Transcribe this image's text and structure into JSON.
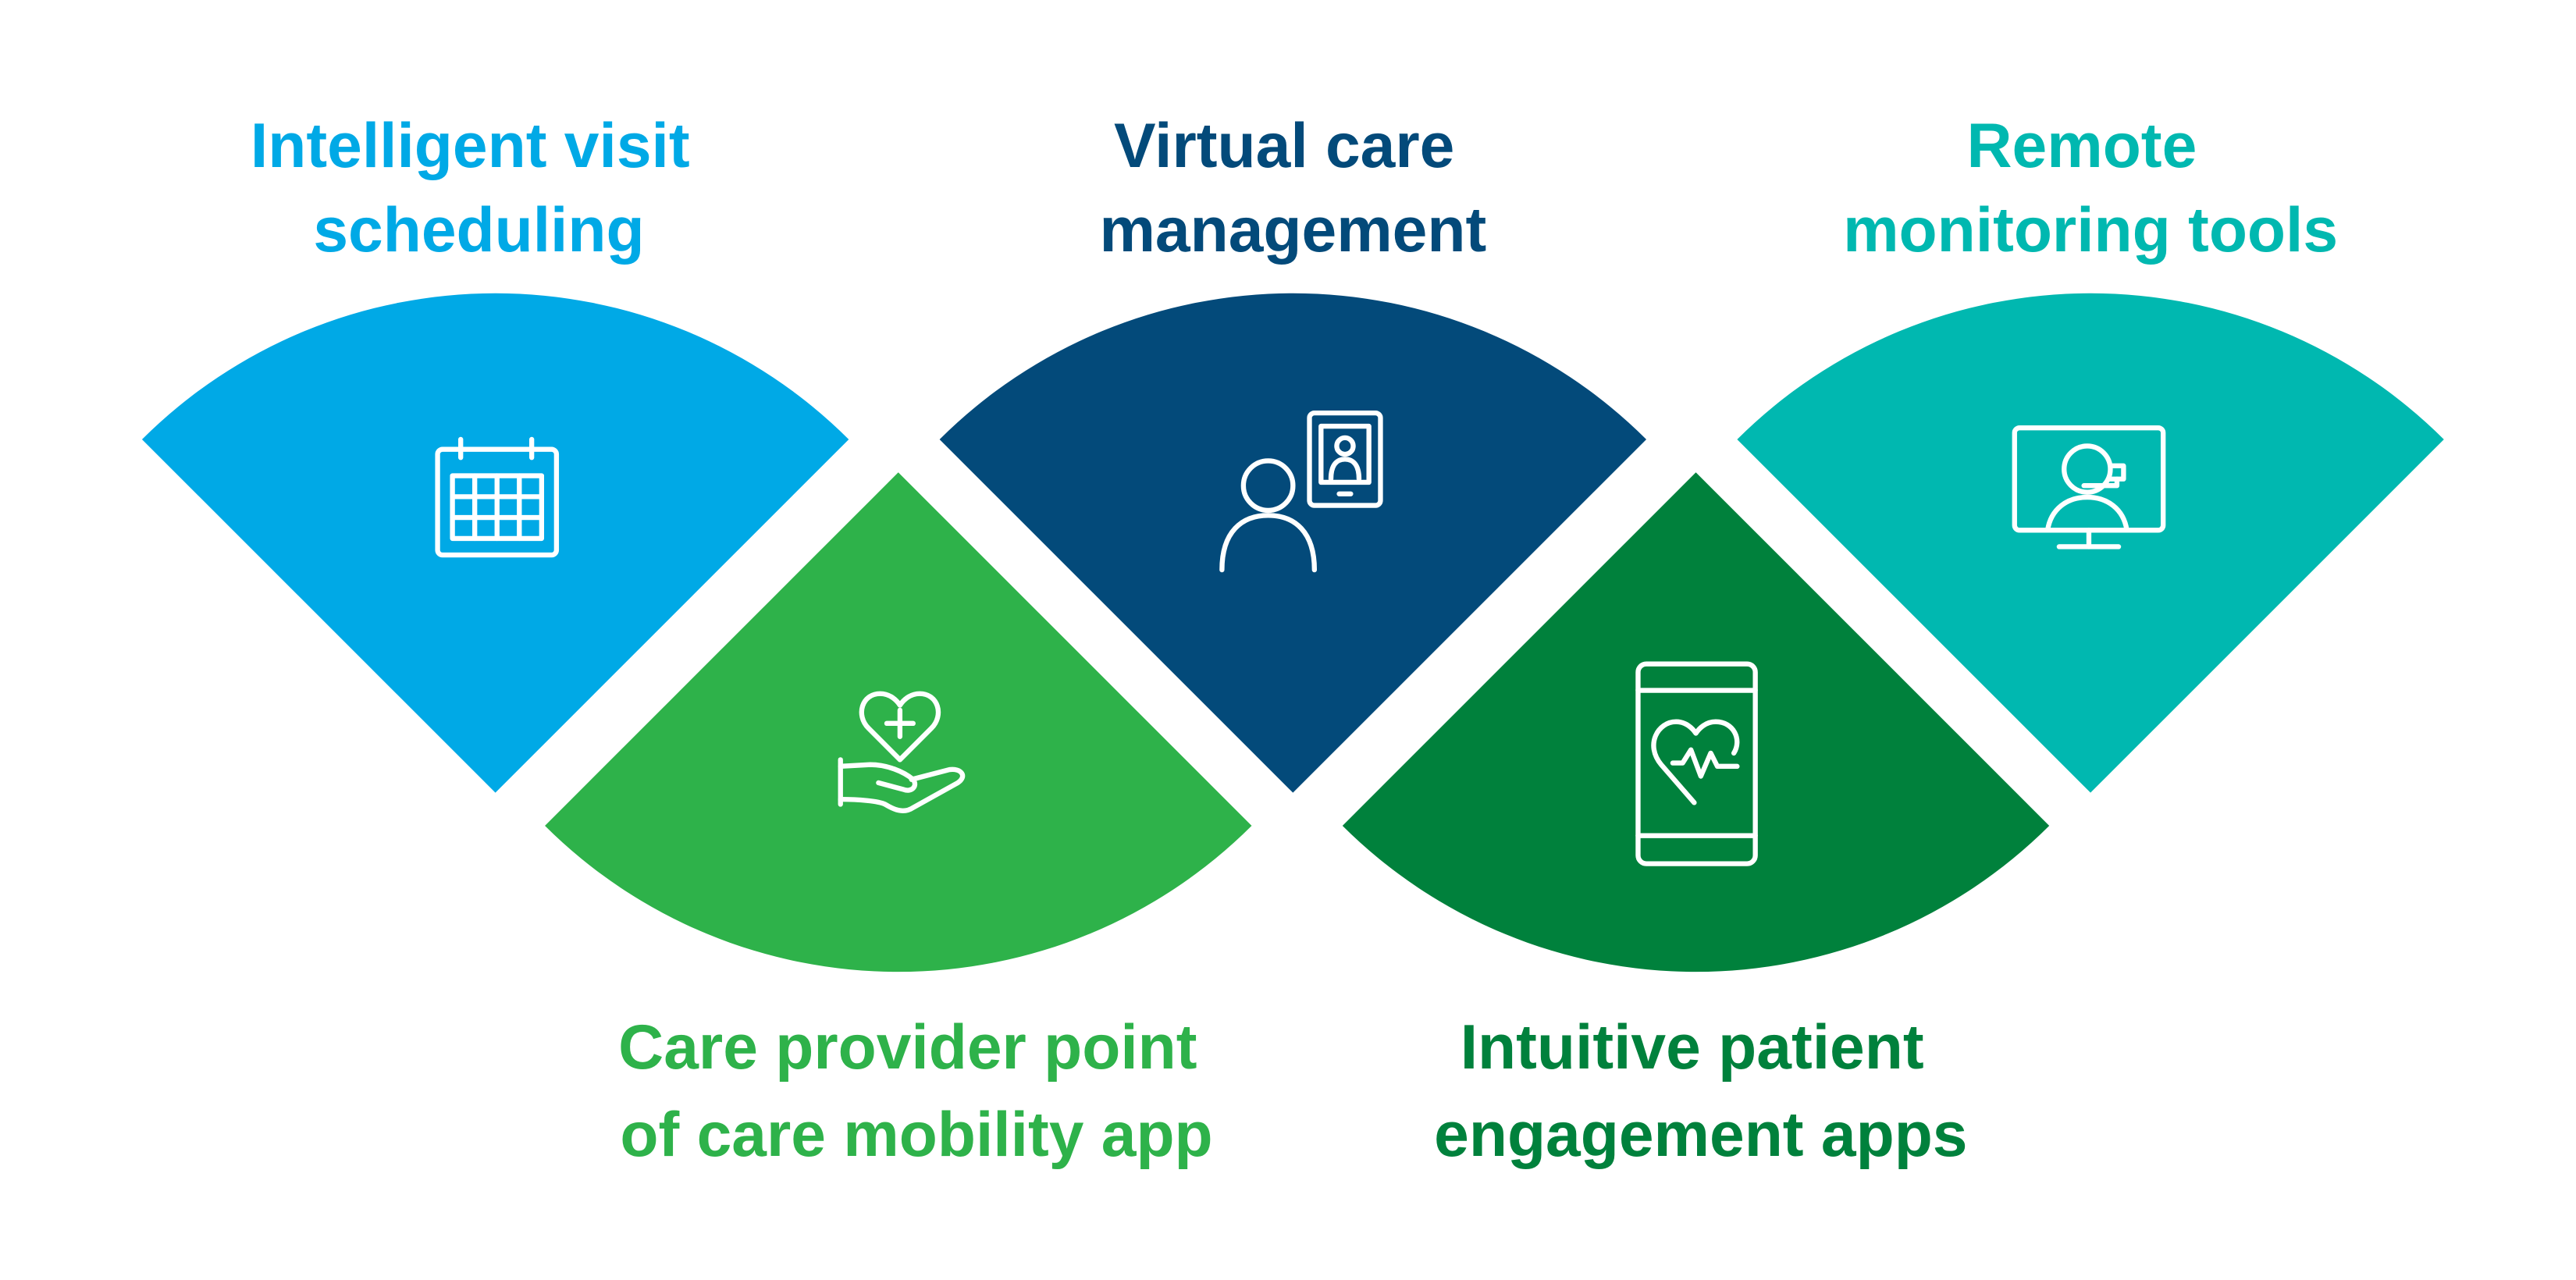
{
  "colors": {
    "blue": "#00A9E6",
    "navy": "#034A7A",
    "teal": "#00B8B0",
    "green": "#2EB24A",
    "dark_green": "#00813C"
  },
  "items": [
    {
      "line1": "Intelligent visit",
      "line2": "scheduling",
      "icon": "calendar-icon"
    },
    {
      "line1": "Care provider point",
      "line2": "of care mobility app",
      "icon": "heart-in-hand-icon"
    },
    {
      "line1": "Virtual care",
      "line2": "management",
      "icon": "person-tablet-icon"
    },
    {
      "line1": "Intuitive patient",
      "line2": "engagement apps",
      "icon": "phone-heartbeat-icon"
    },
    {
      "line1": "Remote",
      "line2": "monitoring tools",
      "icon": "monitor-agent-icon"
    }
  ]
}
